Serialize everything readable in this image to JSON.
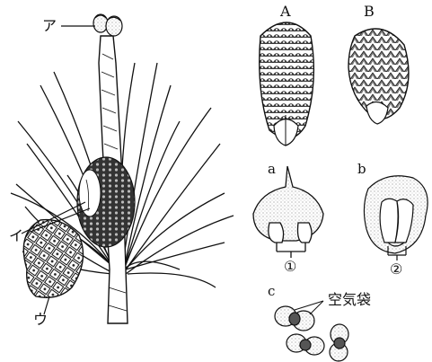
{
  "labels": {
    "a_top": "ア",
    "i_mid": "イ",
    "u_cone": "ウ",
    "A": "A",
    "B": "B",
    "a": "a",
    "b": "b",
    "c": "c",
    "one": "①",
    "two": "②",
    "air_sacs": "空気袋"
  },
  "colors": {
    "ink": "#1a1a1a",
    "paper": "#ffffff",
    "shade": "#5a5a5a"
  }
}
